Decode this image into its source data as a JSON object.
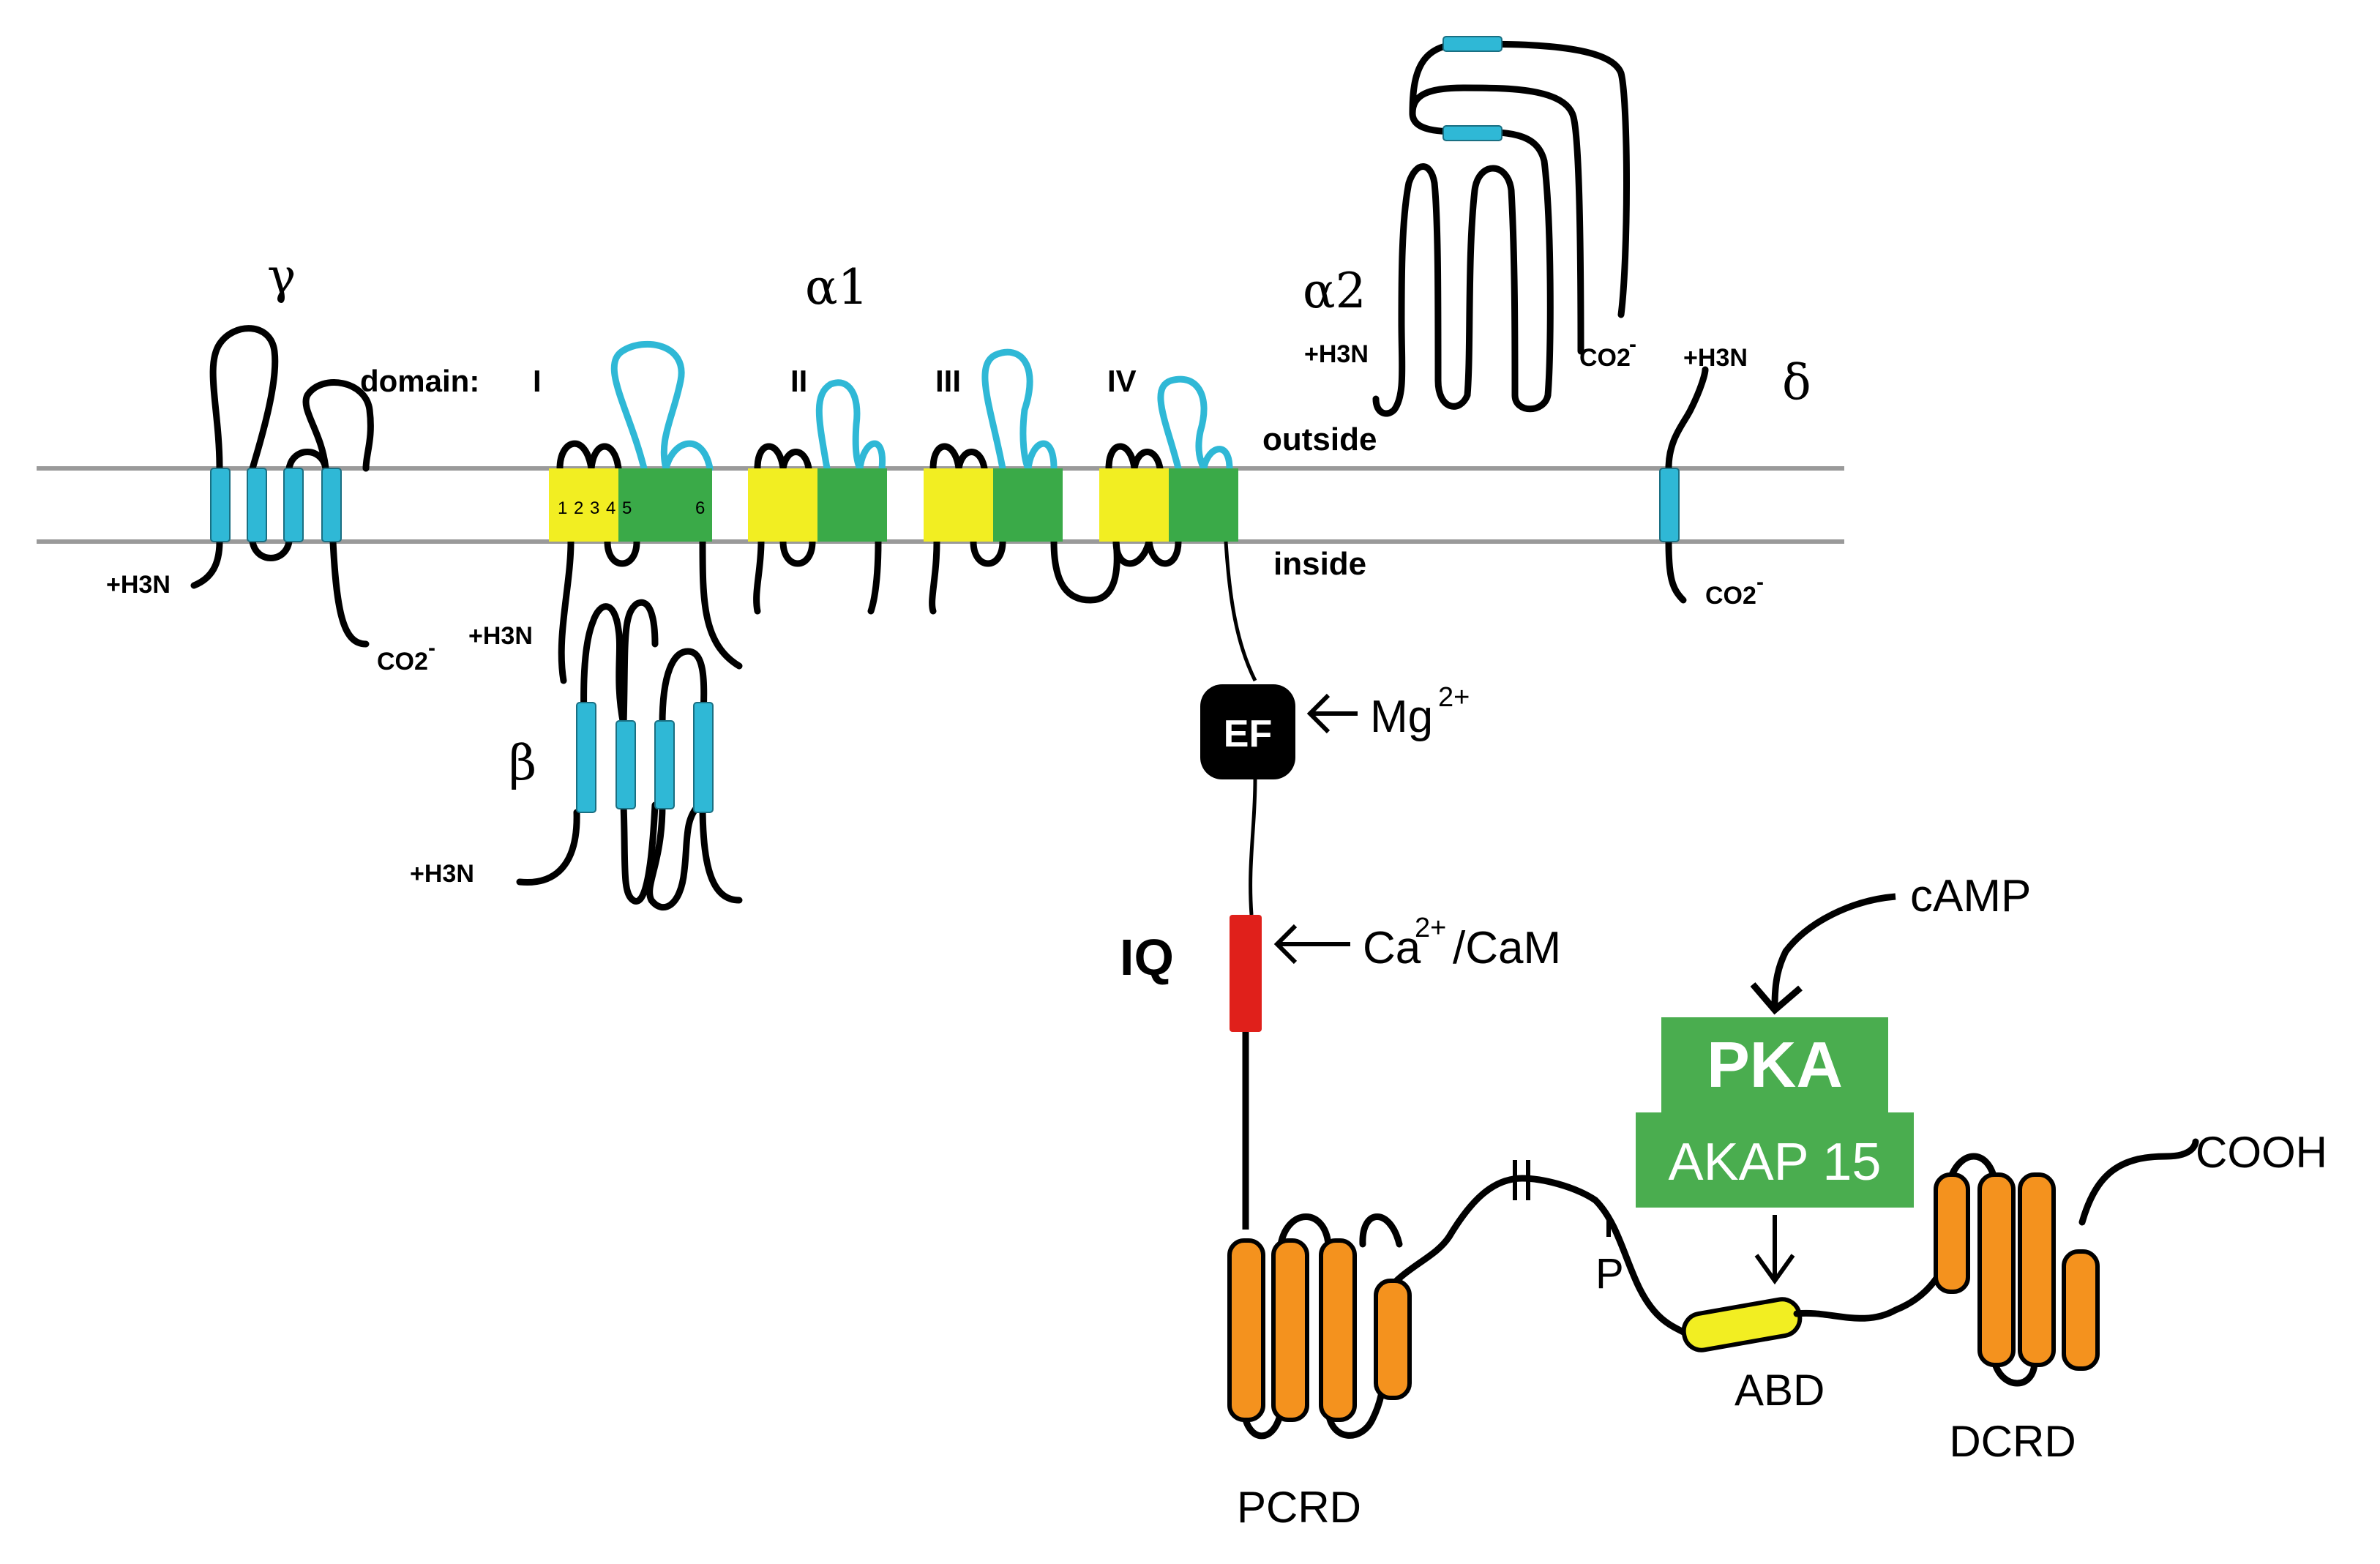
{
  "subunits": {
    "gamma": "γ",
    "alpha1": "α1",
    "alpha2": "α2",
    "delta": "δ",
    "beta": "β"
  },
  "domains": {
    "prefix": "domain:",
    "d1": "I",
    "d2": "II",
    "d3": "III",
    "d4": "IV"
  },
  "segment_numbers": [
    "1",
    "2",
    "3",
    "4",
    "5",
    "6"
  ],
  "membrane": {
    "outside": "outside",
    "inside": "inside"
  },
  "termini": {
    "n_term": "+H3N",
    "c_term": "CO2",
    "c_term_charge": "-"
  },
  "ef_hand": {
    "label": "EF",
    "ligand": "Mg",
    "ligand_sup": "2+"
  },
  "iq_motif": {
    "label": "IQ",
    "ligand_ca": "Ca",
    "ligand_sup": "2+",
    "ligand_rest": "/CaM"
  },
  "pka": {
    "label": "PKA",
    "akap": "AKAP 15",
    "camp": "cAMP"
  },
  "phospho": "P",
  "regions": {
    "pcrd": "PCRD",
    "abd": "ABD",
    "dcrd": "DCRD",
    "cooh": "COOH"
  },
  "colors": {
    "tm_segment": "#2fb8d6",
    "voltage_sensor": "#f2ee22",
    "pore": "#3aaa48",
    "iq": "#e0201b",
    "helix": "#f4921e",
    "abd": "#f2ee22",
    "pka_box": "#4aad4f",
    "membrane_line": "#9a9a9a"
  }
}
